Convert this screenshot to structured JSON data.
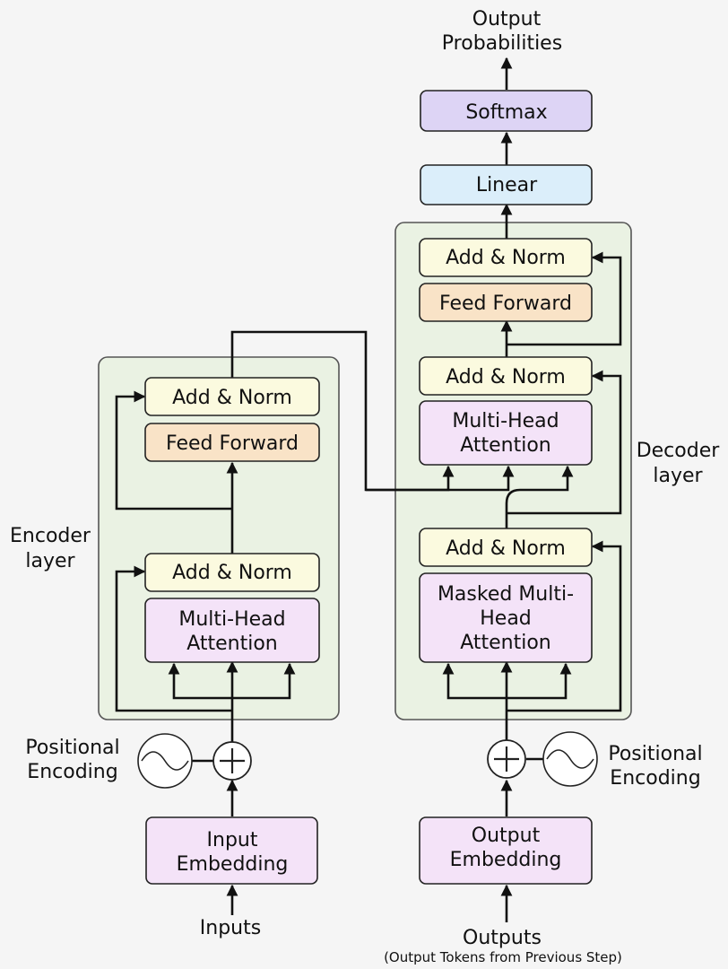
{
  "top": {
    "output_probabilities": [
      "Output",
      "Probabilities"
    ],
    "softmax": "Softmax",
    "linear": "Linear"
  },
  "encoder": {
    "layer_label": [
      "Encoder",
      "layer"
    ],
    "add_norm_top": "Add & Norm",
    "feed_forward": "Feed Forward",
    "add_norm_bottom": "Add & Norm",
    "attention": [
      "Multi-Head",
      "Attention"
    ],
    "positional_encoding": [
      "Positional",
      "Encoding"
    ],
    "input_embedding": [
      "Input",
      "Embedding"
    ],
    "inputs": "Inputs"
  },
  "decoder": {
    "layer_label": [
      "Decoder",
      "layer"
    ],
    "add_norm_top": "Add & Norm",
    "feed_forward": "Feed Forward",
    "add_norm_middle": "Add & Norm",
    "cross_attention": [
      "Multi-Head",
      "Attention"
    ],
    "add_norm_bottom": "Add & Norm",
    "masked_attention": [
      "Masked Multi-",
      "Head",
      "Attention"
    ],
    "positional_encoding": [
      "Positional",
      "Encoding"
    ],
    "output_embedding": [
      "Output",
      "Embedding"
    ],
    "outputs": "Outputs",
    "outputs_note": "(Output Tokens from Previous Step)"
  },
  "colors": {
    "layer_bg": "#eaf2e3",
    "add_norm": "#fbfadf",
    "feed_forward": "#f9e3c7",
    "attention": "#f4e3f8",
    "softmax": "#ddd4f5",
    "linear": "#dbeefa",
    "embedding": "#f4e3f8"
  }
}
